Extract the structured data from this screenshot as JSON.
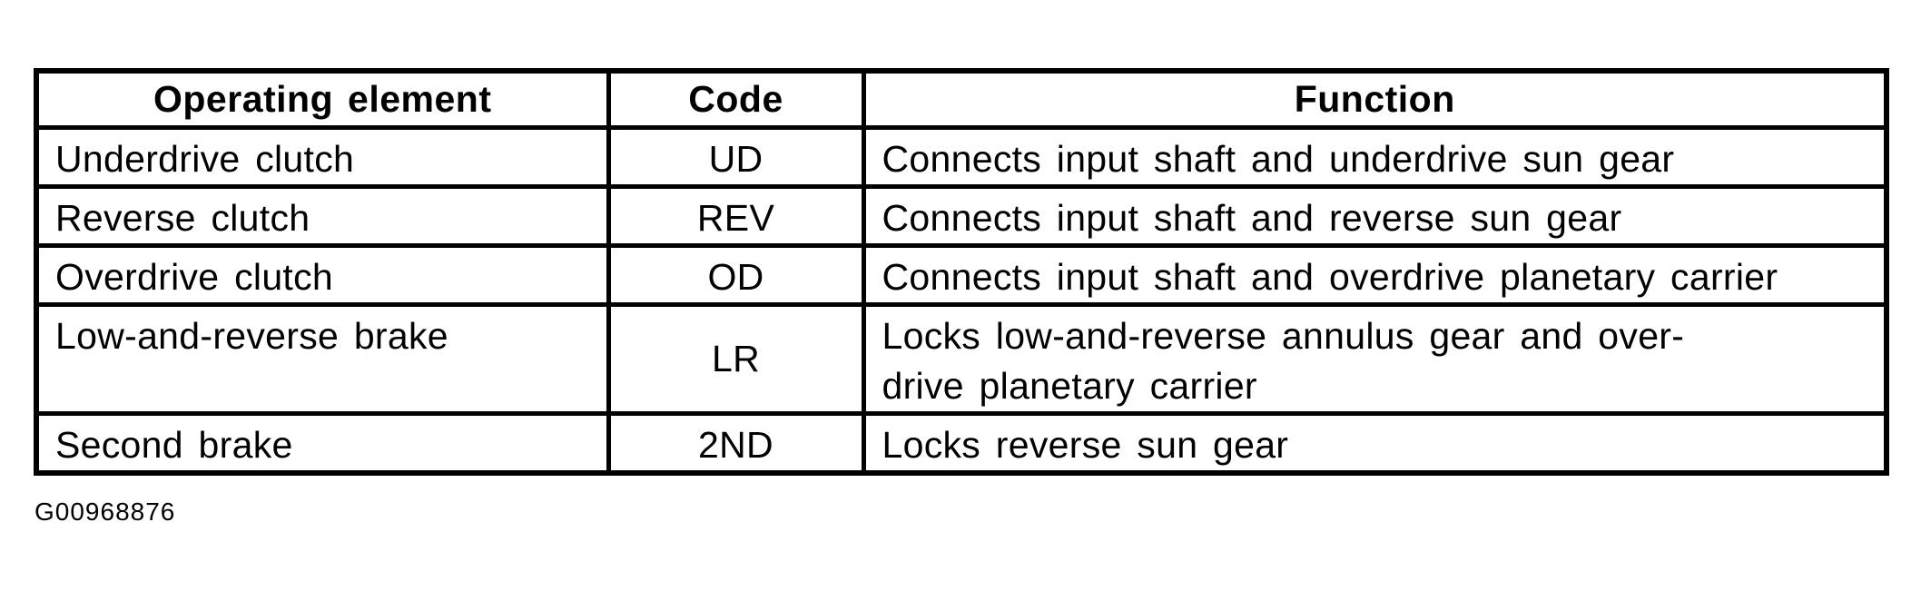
{
  "page": {
    "background": "#ffffff",
    "text_color": "#000000",
    "caption": "G00968876"
  },
  "table": {
    "headers": {
      "element": "Operating element",
      "code": "Code",
      "function": "Function"
    },
    "rows": [
      {
        "element": "Underdrive clutch",
        "code": "UD",
        "function": "Connects input shaft and underdrive sun gear"
      },
      {
        "element": "Reverse clutch",
        "code": "REV",
        "function": "Connects input shaft and reverse sun gear"
      },
      {
        "element": "Overdrive clutch",
        "code": "OD",
        "function": "Connects input shaft and overdrive planetary carrier"
      },
      {
        "element": "Low-and-reverse brake",
        "code": "LR",
        "function": "Locks low-and-reverse annulus gear and over-\ndrive planetary carrier"
      },
      {
        "element": "Second brake",
        "code": "2ND",
        "function": "Locks reverse sun gear"
      }
    ]
  }
}
